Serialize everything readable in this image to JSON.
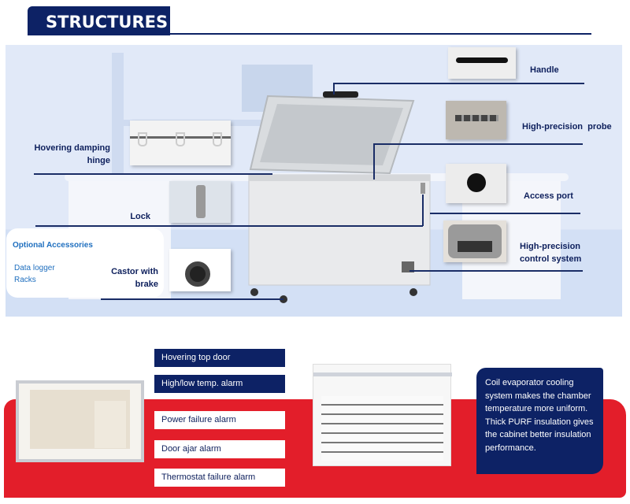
{
  "header": {
    "title": "STRUCTURES"
  },
  "features": {
    "hinge": "Hovering damping hinge",
    "lock": "Lock",
    "castor": "Castor with brake",
    "handle": "Handle",
    "probe": "High-precision  probe",
    "access_port": "Access port",
    "control": "High-precision control system"
  },
  "optional_accessories": {
    "title": "Optional Accessories",
    "items": [
      "Data logger",
      "Racks"
    ]
  },
  "feature_tags": [
    {
      "label": "Hovering top door",
      "style": "navy"
    },
    {
      "label": "High/low temp. alarm",
      "style": "navy"
    },
    {
      "label": "Power failure alarm",
      "style": "white"
    },
    {
      "label": "Door ajar alarm",
      "style": "white"
    },
    {
      "label": "Thermostat failure alarm",
      "style": "white"
    }
  ],
  "description": "Coil evaporator cooling system makes the chamber temperature more uniform. Thick PURF insulation gives the cabinet better insulation performance.",
  "colors": {
    "navy": "#0d2265",
    "red": "#e31e2a",
    "panel": "#e1e9f8"
  }
}
